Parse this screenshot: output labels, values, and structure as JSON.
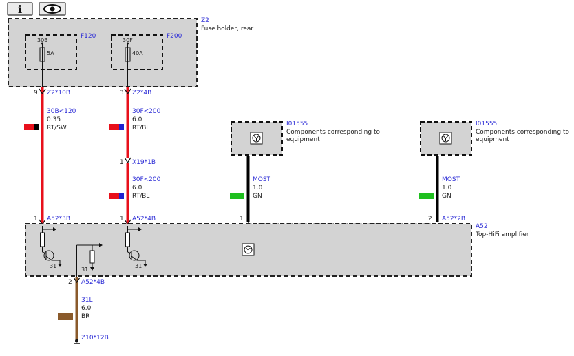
{
  "toolbar": {
    "info_label": "i",
    "info_icon": "info-icon",
    "view_icon": "eye-icon"
  },
  "fuse_holder": {
    "ref": "Z2",
    "description": "Fuse holder, rear",
    "fuses": [
      {
        "id": "F120",
        "terminal": "30B",
        "rating": "5A"
      },
      {
        "id": "F200",
        "terminal": "30F",
        "rating": "40A"
      }
    ]
  },
  "connectors": {
    "z2_10b": {
      "pin": "9",
      "label": "Z2*10B"
    },
    "z2_4b": {
      "pin": "3",
      "label": "Z2*4B"
    },
    "x19_1b": {
      "pin": "1",
      "label": "X19*1B"
    },
    "a52_3b": {
      "pin": "1",
      "label": "A52*3B"
    },
    "a52_4b_top": {
      "pin": "1",
      "label": "A52*4B"
    },
    "a52_most_1": {
      "pin": "1"
    },
    "a52_2b": {
      "pin": "2",
      "label": "A52*2B"
    },
    "a52_4b_bottom": {
      "pin": "2",
      "label": "A52*4B"
    },
    "z10_12b": {
      "label": "Z10*12B"
    }
  },
  "wires": {
    "w1": {
      "signal": "30B<120",
      "size": "0.35",
      "color": "RT/SW"
    },
    "w2": {
      "signal": "30F<200",
      "size": "6.0",
      "color": "RT/BL"
    },
    "w3": {
      "signal": "30F<200",
      "size": "6.0",
      "color": "RT/BL"
    },
    "w4": {
      "signal": "MOST",
      "size": "1.0",
      "color": "GN"
    },
    "w5": {
      "signal": "MOST",
      "size": "1.0",
      "color": "GN"
    },
    "w6": {
      "signal": "31L",
      "size": "6.0",
      "color": "BR"
    }
  },
  "components": {
    "left": {
      "ref": "I01555",
      "description_line1": "Components corresponding to",
      "description_line2": "equipment"
    },
    "right": {
      "ref": "I01555",
      "description_line1": "Components corresponding to",
      "description_line2": "equipment"
    }
  },
  "amplifier": {
    "ref": "A52",
    "description": "Top-HiFi amplifier",
    "ground_label_1": "31",
    "ground_label_2": "31",
    "ground_label_3": "31"
  },
  "colors": {
    "red": "#e8101b",
    "black": "#000000",
    "blue": "#2020d0",
    "green": "#1fbf1f",
    "brown": "#8a5a2b",
    "box_fill": "#d3d3d3",
    "ref_blue": "#2b2bd6"
  }
}
